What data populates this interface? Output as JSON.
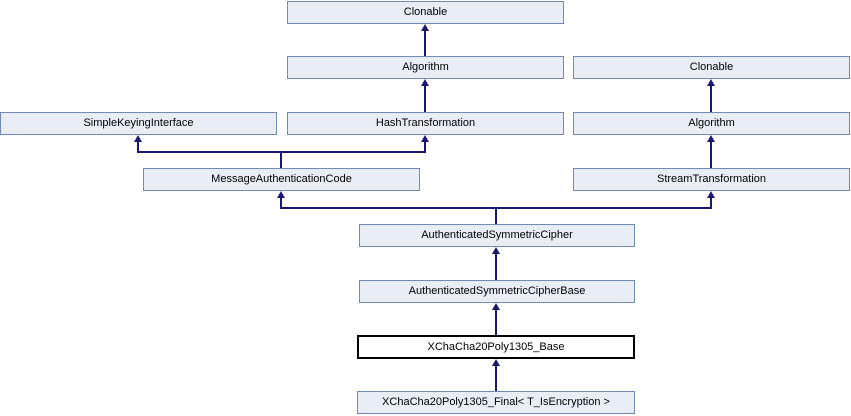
{
  "diagram": {
    "type": "class-inheritance-graph",
    "title": "Inheritance diagram for XChaCha20Poly1305_Final< T_IsEncryption >",
    "colors": {
      "node_fill": "#e8edf6",
      "node_border": "#7289bb",
      "edge": "#191970",
      "current_border": "#000000",
      "current_fill": "#ffffff",
      "text": "#000000",
      "background": "#ffffff"
    },
    "nodes": [
      {
        "id": "clonable-top",
        "label": "Clonable"
      },
      {
        "id": "algorithm-center",
        "label": "Algorithm"
      },
      {
        "id": "clonable-right",
        "label": "Clonable"
      },
      {
        "id": "simple-keying-interface",
        "label": "SimpleKeyingInterface"
      },
      {
        "id": "hash-transformation",
        "label": "HashTransformation"
      },
      {
        "id": "algorithm-right",
        "label": "Algorithm"
      },
      {
        "id": "message-authentication-code",
        "label": "MessageAuthenticationCode"
      },
      {
        "id": "stream-transformation",
        "label": "StreamTransformation"
      },
      {
        "id": "authenticated-symmetric-cipher",
        "label": "AuthenticatedSymmetricCipher"
      },
      {
        "id": "authenticated-symmetric-cipher-base",
        "label": "AuthenticatedSymmetricCipherBase"
      },
      {
        "id": "xchacha20poly1305-base",
        "label": "XChaCha20Poly1305_Base",
        "current": true
      },
      {
        "id": "xchacha20poly1305-final",
        "label": "XChaCha20Poly1305_Final< T_IsEncryption >"
      }
    ],
    "edges": [
      {
        "from": "algorithm-center",
        "to": "clonable-top"
      },
      {
        "from": "hash-transformation",
        "to": "algorithm-center"
      },
      {
        "from": "algorithm-right",
        "to": "clonable-right"
      },
      {
        "from": "stream-transformation",
        "to": "algorithm-right"
      },
      {
        "from": "message-authentication-code",
        "to": "simple-keying-interface"
      },
      {
        "from": "message-authentication-code",
        "to": "hash-transformation"
      },
      {
        "from": "authenticated-symmetric-cipher",
        "to": "message-authentication-code"
      },
      {
        "from": "authenticated-symmetric-cipher",
        "to": "stream-transformation"
      },
      {
        "from": "authenticated-symmetric-cipher-base",
        "to": "authenticated-symmetric-cipher"
      },
      {
        "from": "xchacha20poly1305-base",
        "to": "authenticated-symmetric-cipher-base"
      },
      {
        "from": "xchacha20poly1305-final",
        "to": "xchacha20poly1305-base"
      }
    ]
  }
}
